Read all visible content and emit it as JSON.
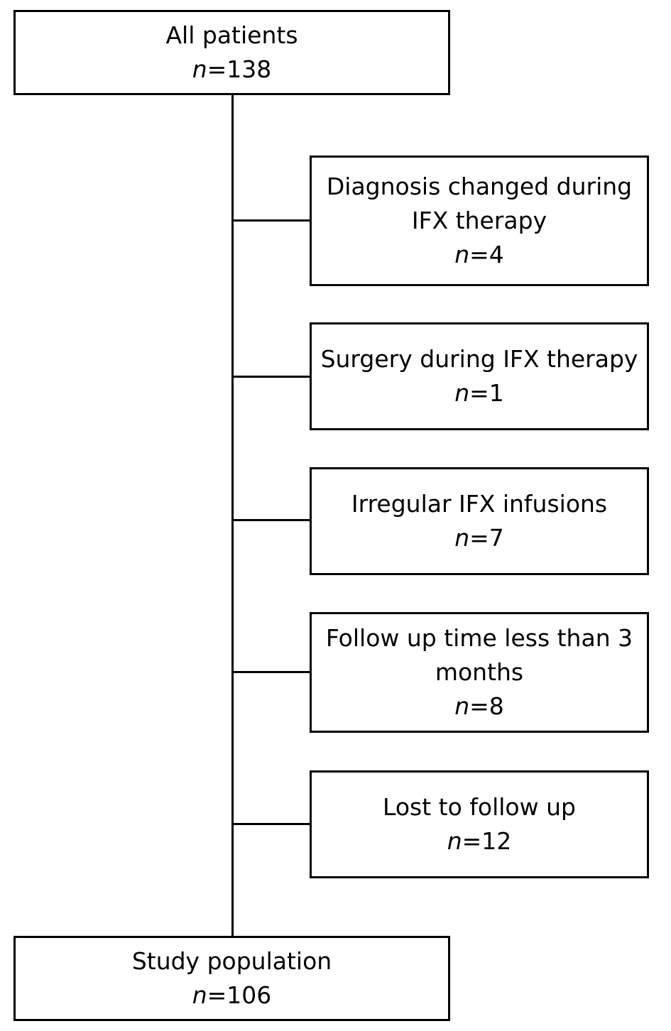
{
  "top_box": {
    "label": "All patients",
    "n_prefix": "n",
    "n_value": "=138"
  },
  "exclusions": [
    {
      "label": "Diagnosis changed during\nIFX therapy",
      "n_prefix": "n",
      "n_value": "=4"
    },
    {
      "label": "Surgery during IFX therapy",
      "n_prefix": "n",
      "n_value": "=1"
    },
    {
      "label": "Irregular IFX infusions",
      "n_prefix": "n",
      "n_value": "=7"
    },
    {
      "label": "Follow up time less than 3\nmonths",
      "n_prefix": "n",
      "n_value": "=8"
    },
    {
      "label": "Lost to follow up",
      "n_prefix": "n",
      "n_value": "=12"
    }
  ],
  "bottom_box": {
    "label": "Study population",
    "n_prefix": "n",
    "n_value": "=106"
  },
  "colors": {
    "line": "#000000",
    "background": "#ffffff"
  }
}
